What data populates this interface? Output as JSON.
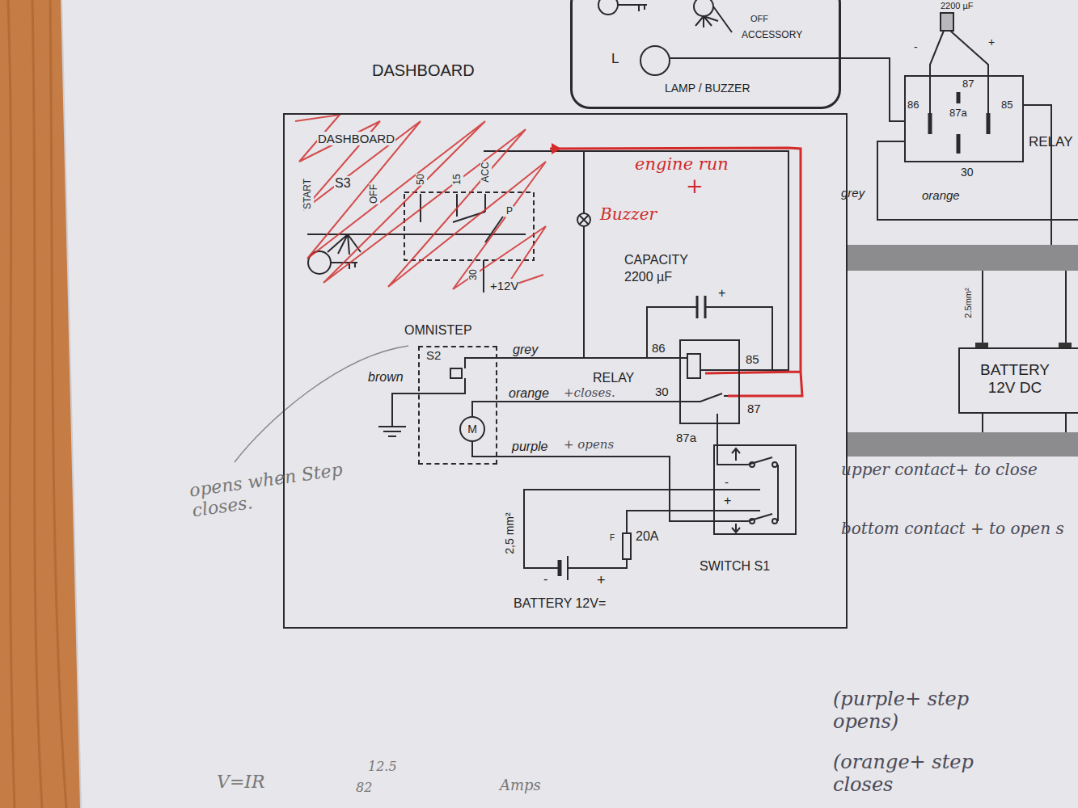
{
  "diagram": {
    "nodes": [
      {
        "text": [
          "OFF",
          "ACCESSORY",
          "LAMP / BUZZER"
        ]
      },
      {
        "text": [
          "RELAY"
        ]
      },
      {
        "text": [
          "BATTERY 12V DC"
        ]
      },
      {
        "text": [
          "DASHBOARD"
        ]
      },
      {
        "text": [
          "OMNISTEP"
        ],
        "in": 3
      },
      {
        "text": [
          "RELAY"
        ],
        "in": 3
      },
      {
        "text": [
          "SWITCH S1"
        ],
        "in": 3
      }
    ],
    "edges": [
      {
        "from": 0,
        "to": 1,
        "arrow": "none"
      },
      {
        "from": 4,
        "to": 5,
        "label": "grey",
        "arrow": "none"
      },
      {
        "from": 4,
        "to": 5,
        "label": "orange",
        "arrow": "none"
      },
      {
        "from": 4,
        "to": 6,
        "label": "purple",
        "arrow": "none"
      },
      {
        "from": 5,
        "to": 6,
        "arrow": "none"
      }
    ],
    "labels": [
      "DASHBOARD",
      "L",
      "2200 µF",
      "-",
      "+",
      "87",
      "86",
      "87a",
      "85",
      "30",
      "grey",
      "orange",
      "2.5mm²",
      "START",
      "S3",
      "OFF",
      "50",
      "15",
      "ACC",
      "P",
      "30",
      "+12V",
      "CAPACITY",
      "2200 µF",
      "+",
      "86",
      "85",
      "30",
      "87",
      "87a",
      "S2",
      "brown",
      "M",
      "-",
      "+",
      "2,5 mm²",
      "F",
      "20A",
      "-",
      "+",
      "BATTERY 12V=",
      "engine run",
      "+",
      "Buzzer",
      "+closes.",
      "+ opens",
      "opens when Step closes.",
      "upper contact+ to close",
      "bottom contact + to open s",
      "(purple+ step opens)",
      "(orange+ step closes",
      "V=IR",
      "12.5",
      "82",
      "Amps"
    ]
  }
}
